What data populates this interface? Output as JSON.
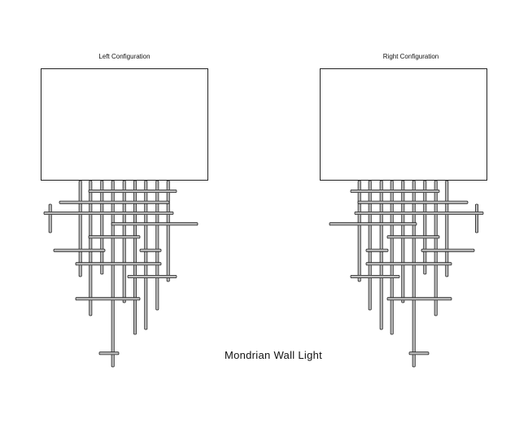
{
  "drawing": {
    "left_label": "Left Configuration",
    "right_label": "Right Configuration",
    "title": "Mondrian Wall Light",
    "colors": {
      "line": "#222222",
      "rod_fill": "#bdbdbd",
      "background": "#ffffff"
    }
  }
}
